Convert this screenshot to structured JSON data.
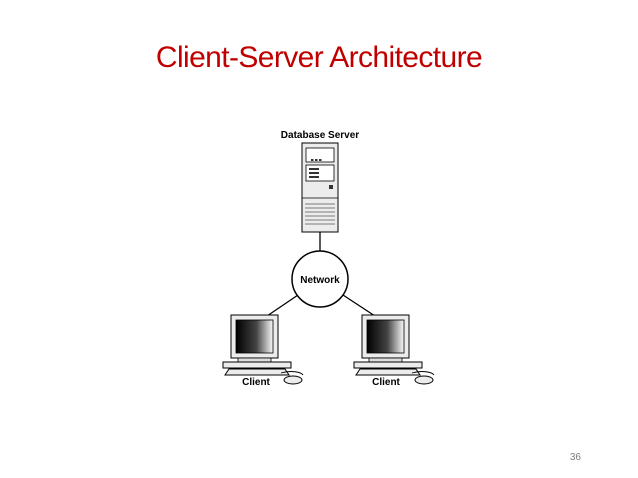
{
  "slide": {
    "title": "Client-Server Architecture",
    "page_number": "36"
  },
  "diagram": {
    "server_label": "Database Server",
    "network_label": "Network",
    "clients": [
      {
        "label": "Client"
      },
      {
        "label": "Client"
      }
    ],
    "colors": {
      "title": "#c00000",
      "line": "#000000",
      "device_fill": "#ececec"
    }
  }
}
